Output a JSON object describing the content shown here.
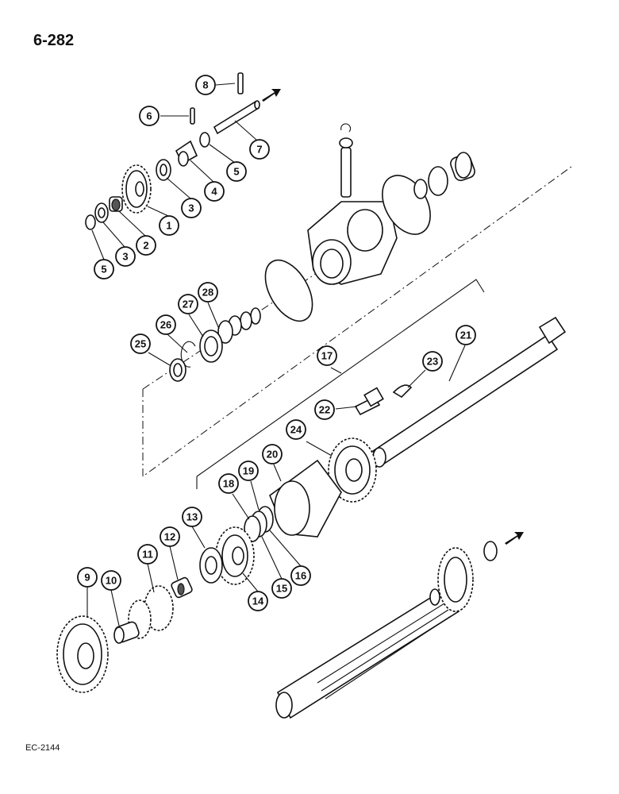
{
  "page_number": "6-282",
  "drawing_code": "EC-2144",
  "callouts": [
    "8",
    "6",
    "7",
    "5",
    "4",
    "3",
    "1",
    "2",
    "5",
    "3",
    "28",
    "27",
    "26",
    "25",
    "17",
    "21",
    "23",
    "22",
    "24",
    "20",
    "19",
    "18",
    "13",
    "12",
    "11",
    "10",
    "9",
    "14",
    "15",
    "16"
  ]
}
